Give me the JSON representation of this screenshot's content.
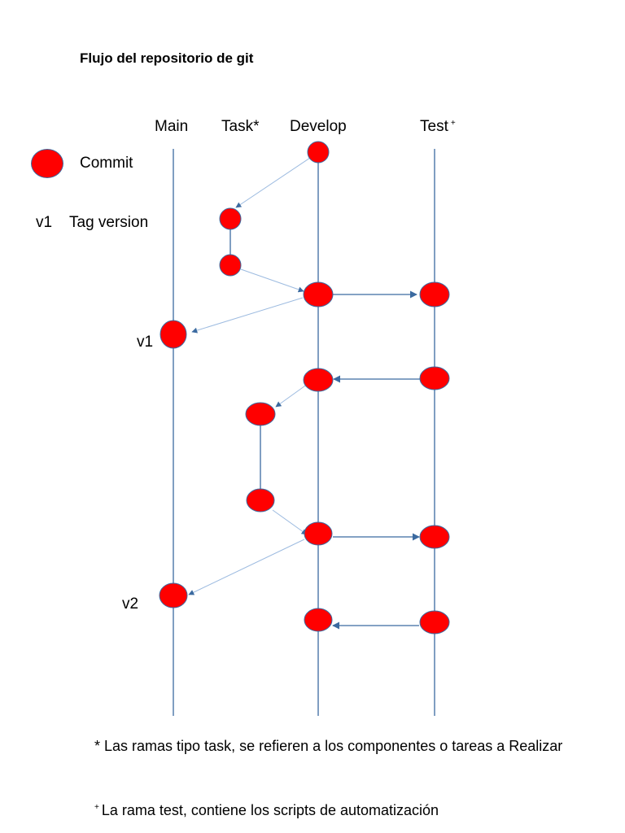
{
  "title": "Flujo del repositorio de git",
  "branches": {
    "main": "Main",
    "task": "Task*",
    "develop": "Develop",
    "test": "Test",
    "test_marker": "+"
  },
  "legend": {
    "commit": "Commit",
    "tag_key": "v1",
    "tag_text": "Tag version"
  },
  "tags": {
    "v1": "v1",
    "v2": "v2"
  },
  "notes": {
    "task": "* Las ramas tipo task, se refieren a los componentes o tareas a Realizar",
    "test_marker": "+",
    "test": "La rama test, contiene los scripts de automatización"
  },
  "colors": {
    "commit_fill": "#ff0000",
    "line": "#3b6aa0",
    "connector": "#9dbbe0"
  }
}
